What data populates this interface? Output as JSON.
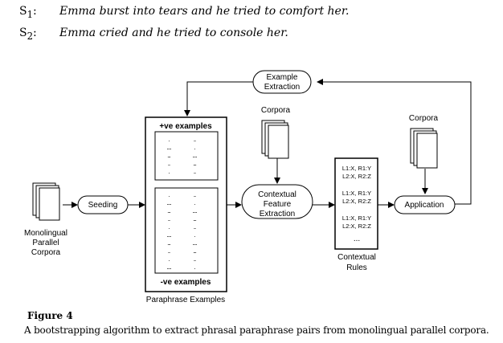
{
  "sentences": [
    {
      "label": "S",
      "sub": "1",
      "colon": ":",
      "text": "Emma burst into tears and he tried to comfort her."
    },
    {
      "label": "S",
      "sub": "2",
      "colon": ":",
      "text": "Emma cried and he tried to console her."
    }
  ],
  "diagram": {
    "nodes": {
      "example_extraction": [
        "Example",
        "Extraction"
      ],
      "corpora_top": "Corpora",
      "corpora_right": "Corpora",
      "positive_examples": "+ve examples",
      "negative_examples": "-ve examples",
      "paraphrase_examples": "Paraphrase Examples",
      "seeding": "Seeding",
      "monolingual_parallel_corpora": [
        "Monolingual",
        "Parallel",
        "Corpora"
      ],
      "contextual_feature_extraction": [
        "Contextual",
        "Feature",
        "Extraction"
      ],
      "contextual_rules": [
        "Contextual",
        "Rules"
      ],
      "application": "Application"
    },
    "rules": [
      [
        "L1:X, R1:Y",
        "L2:X, R2:Z"
      ],
      [
        "L1:X, R1:Y",
        "L2:X, R2:Z"
      ],
      [
        "L1:X, R1:Y",
        "L2:X, R2:Z"
      ]
    ],
    "rules_ellipsis": "...",
    "dots": "...."
  },
  "caption": {
    "title": "Figure 4",
    "text": "A bootstrapping algorithm to extract phrasal paraphrase pairs from monolingual parallel corpora."
  }
}
